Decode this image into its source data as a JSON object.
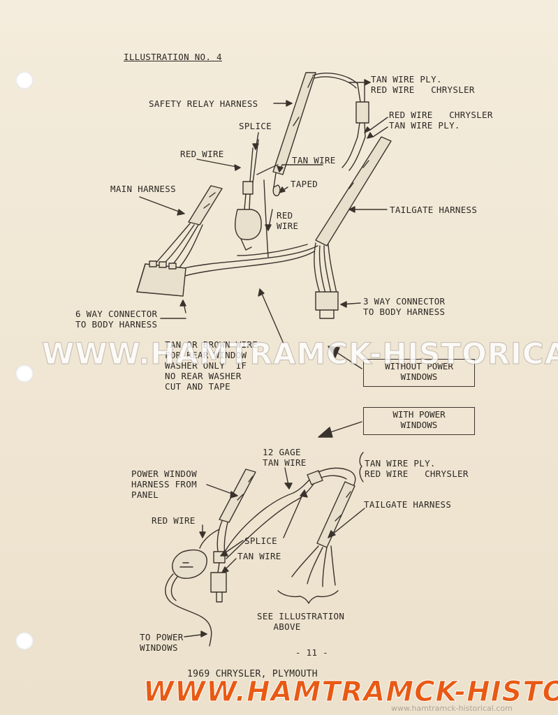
{
  "illustration_title": "ILLUSTRATION NO. 4",
  "top_labels": {
    "tan_wire_ply_top": "TAN WIRE PLY.",
    "red_wire_chrysler_top": "RED WIRE   CHRYSLER",
    "safety_relay_harness": "SAFETY RELAY HARNESS",
    "splice": "SPLICE",
    "red_wire_chrysler_mid": "RED WIRE   CHRYSLER",
    "tan_wire_ply_mid": "TAN WIRE PLY.",
    "red_wire_left": "RED WIRE",
    "tan_wire": "TAN WIRE",
    "taped": "TAPED",
    "main_harness": "MAIN HARNESS",
    "red_wire_vertical": "RED\nWIRE",
    "tailgate_harness": "TAILGATE HARNESS",
    "three_way_connector": "3 WAY CONNECTOR\nTO BODY HARNESS",
    "six_way_connector": "6 WAY CONNECTOR\nTO BODY HARNESS",
    "tan_or_brown_wire": "TAN OR BROWN WIRE\nFOR REAR WINDOW\nWASHER ONLY  IF\nNO REAR WASHER\nCUT AND TAPE",
    "without_power_windows": "WITHOUT POWER\nWINDOWS"
  },
  "bottom_labels": {
    "with_power_windows": "WITH POWER\nWINDOWS",
    "gage_tan_wire": "12 GAGE\nTAN WIRE",
    "tan_wire_ply": "TAN WIRE PLY.",
    "red_wire_chrysler": "RED WIRE   CHRYSLER",
    "power_window_harness": "POWER WINDOW\nHARNESS FROM\nPANEL",
    "tailgate_harness": "TAILGATE HARNESS",
    "red_wire": "RED WIRE",
    "splice": "SPLICE",
    "tan_wire": "TAN WIRE",
    "see_illustration": "SEE ILLUSTRATION\n   ABOVE",
    "to_power_windows": "TO POWER\nWINDOWS"
  },
  "page_number": "- 11 -",
  "footer_caption": "1969 CHRYSLER, PLYMOUTH",
  "watermark_main": "WWW.HAMTRAMCK-HISTORICAL.COM",
  "watermark_footer": "WWW.HAMTRAMCK-HISTORICAL.COM",
  "watermark_small": "www.hamtramck-historical.com"
}
